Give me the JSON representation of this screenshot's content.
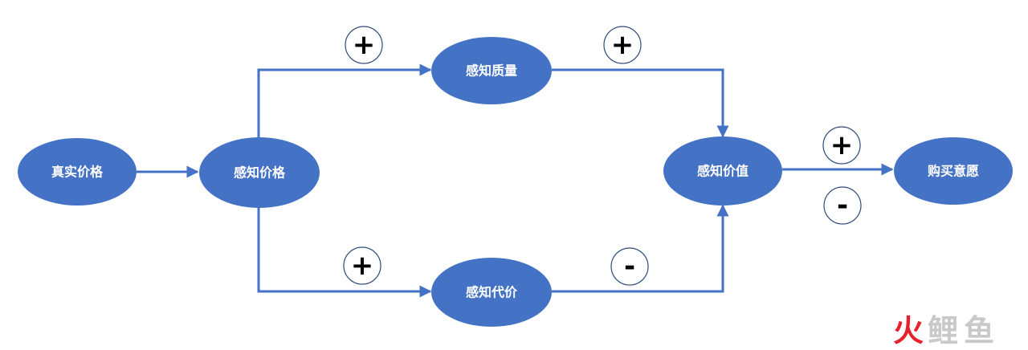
{
  "nodes": {
    "real_price": "真实价格",
    "perceived_price": "感知价格",
    "perceived_quality": "感知质量",
    "perceived_cost": "感知代价",
    "perceived_value": "感知价值",
    "purchase_intention": "购买意愿"
  },
  "signs": {
    "price_to_quality": "+",
    "quality_to_value": "+",
    "price_to_cost": "+",
    "cost_to_value": "-",
    "value_to_intention_plus": "+",
    "value_to_intention_minus": "-"
  },
  "watermark": {
    "char1": "火",
    "char2": "鲤",
    "char3": "鱼"
  },
  "colors": {
    "node_fill": "#4472c4",
    "edge": "#4472c4",
    "watermark_red": "#e8202a",
    "watermark_gray": "#c9c9c9"
  }
}
